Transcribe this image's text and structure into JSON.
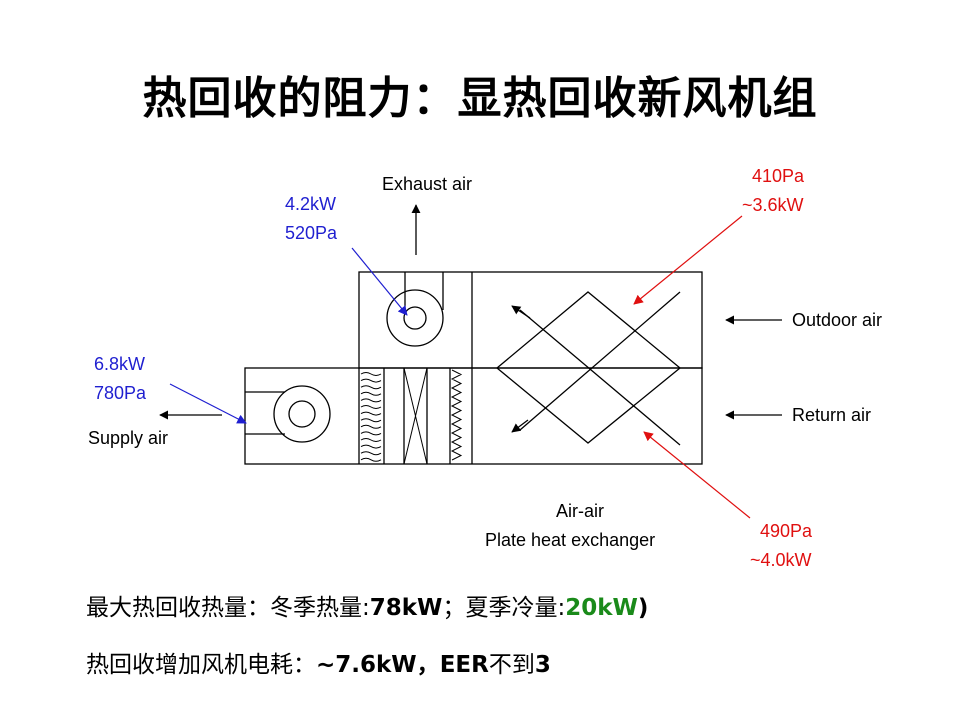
{
  "title": "热回收的阻力：显热回收新风机组",
  "labels": {
    "exhaust_air": "Exhaust air",
    "outdoor_air": "Outdoor air",
    "return_air": "Return air",
    "supply_air": "Supply air",
    "exchanger_line1": "Air-air",
    "exchanger_line2": "Plate heat exchanger"
  },
  "annotations": {
    "exhaust_fan": {
      "power": "4.2kW",
      "pressure": "520Pa",
      "color": "#1f1fd0"
    },
    "supply_fan": {
      "power": "6.8kW",
      "pressure": "780Pa",
      "color": "#1f1fd0"
    },
    "outdoor_side": {
      "pressure": "410Pa",
      "power": "~3.6kW",
      "color": "#e01010"
    },
    "return_side": {
      "pressure": "490Pa",
      "power": "~4.0kW",
      "color": "#e01010"
    }
  },
  "summary": {
    "line1_prefix": "最大热回收热量：冬季热量:",
    "line1_winter_value": "78kW",
    "line1_mid": "；夏季冷量:",
    "line1_summer_value": "20kW",
    "line1_suffix": ")",
    "line2_prefix": "热回收增加风机电耗：",
    "line2_power": "~7.6kW，",
    "line2_eer": "EER",
    "line2_suffix": "不到3"
  },
  "colors": {
    "blue": "#1f1fd0",
    "red": "#e01010",
    "green": "#1a8a1a"
  }
}
